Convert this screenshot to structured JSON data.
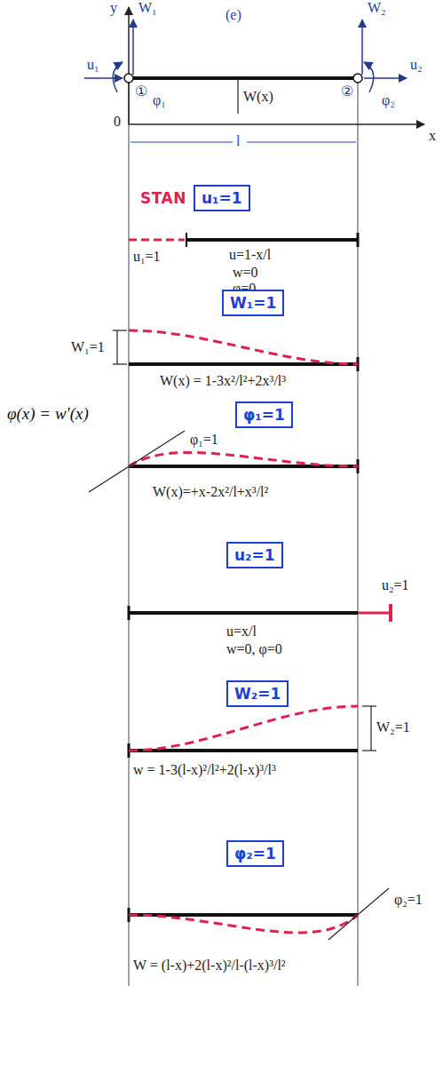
{
  "diagram": {
    "nodes": [
      {
        "text": [
          "STAN",
          "u₁=1"
        ]
      },
      {
        "text": [
          "W₁=1"
        ]
      },
      {
        "text": [
          "φ₁=1"
        ]
      },
      {
        "text": [
          "u₂=1"
        ]
      },
      {
        "text": [
          "W₂=1"
        ]
      },
      {
        "text": [
          "φ₂=1"
        ]
      }
    ],
    "labels": [
      "y",
      "W₁",
      "(e)",
      "W₂",
      "u₁",
      "u₂",
      "①",
      "φ₁",
      "W(x)",
      "②",
      "φ₂",
      "0",
      "x",
      "l",
      "u₁=1",
      "u=1-x/l",
      "w=0",
      "φ=0",
      "W₁=1",
      "W(x) = 1-3x²/l²+2x³/l³",
      "φ(x) = w'(x)",
      "φ₁=1",
      "W(x)=+x-2x²/l+x³/l²",
      "u₂=1",
      "u=x/l",
      "w=0, φ=0",
      "W₂=1",
      "w = 1-3(l-x)²/l²+2(l-x)³/l³",
      "φ₂=1",
      "W = (l-x)+2(l-x)²/l-(l-x)³/l²"
    ]
  }
}
